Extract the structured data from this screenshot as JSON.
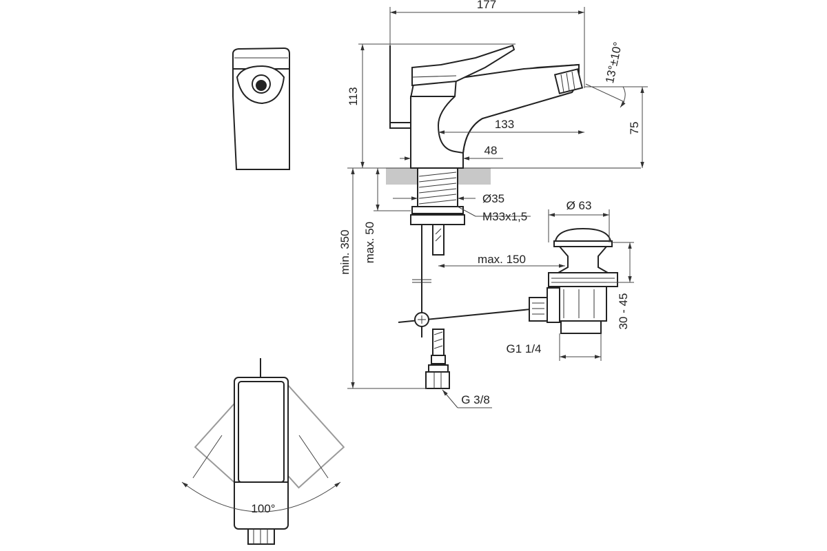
{
  "dimensions": {
    "total_length": "177",
    "spout_height": "113",
    "angle_tilt": "13°±10°",
    "spout_reach": "133",
    "spout_outlet_height": "75",
    "body_offset": "48",
    "hole_diameter": "Ø35",
    "thread": "M33x1,5",
    "max_deck": "max. 50",
    "min_length": "min. 350",
    "max_rod": "max. 150",
    "waste_diameter": "Ø 63",
    "waste_adjust": "30 - 45",
    "waste_thread": "G1 1/4",
    "inlet_thread": "G 3/8",
    "lever_angle": "100°"
  },
  "colors": {
    "line": "#222222",
    "surface": "#c8c8c8",
    "ghost": "#9a9a9a"
  }
}
